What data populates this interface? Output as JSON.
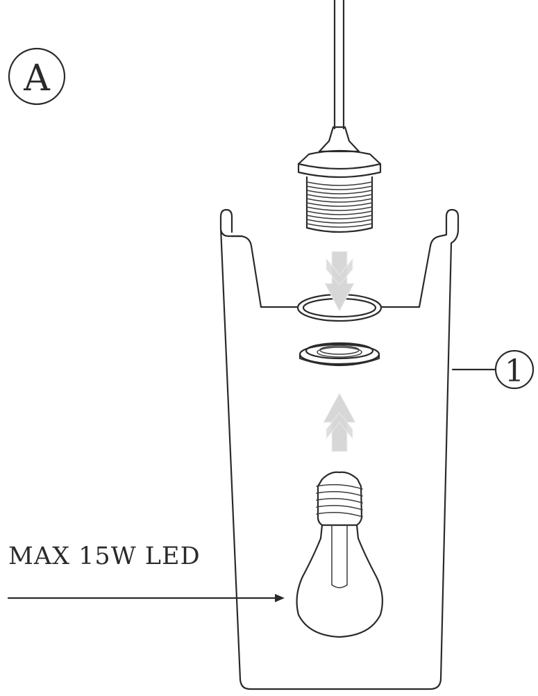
{
  "step_badge": {
    "letter": "A"
  },
  "callout": {
    "number": "1"
  },
  "bulb_label": {
    "text": "MAX 15W LED"
  },
  "colors": {
    "ink": "#2a2a2a",
    "arrow_fill": "#d7d7d7",
    "background": "#ffffff"
  }
}
